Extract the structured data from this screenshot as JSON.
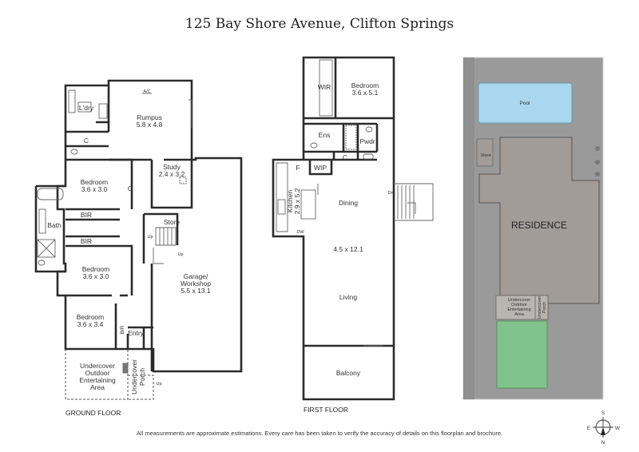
{
  "title": "125 Bay Shore Avenue, Clifton Springs",
  "ground_floor": {
    "label": "GROUND FLOOR",
    "rooms": {
      "ac": "A/C",
      "laundry": "L'dry",
      "rumpus": "Rumpus",
      "rumpus_size": "5.8 x 4.8",
      "cupboard1": "C",
      "cupboard2": "C",
      "study": "Study",
      "study_size": "2.4 x 3.2",
      "bed1": "Bedroom",
      "bed1_size": "3.6 x 3.0",
      "bir1": "BIR",
      "bath": "Bath",
      "store": "Store",
      "bir2": "BIR",
      "bed2": "Bedroom",
      "bed2_size": "3.6 x 3.0",
      "garage_l1": "Garage/",
      "garage_l2": "Workshop",
      "garage_size": "5.5 x 13.1",
      "bed3": "Bedroom",
      "bed3_size": "3.6 x 3.4",
      "bir3": "BIR",
      "entry": "Entry",
      "outdoor_l1": "Undercover",
      "outdoor_l2": "Outdoor",
      "outdoor_l3": "Entertaining",
      "outdoor_l4": "Area",
      "porch_l1": "Undercover",
      "porch_l2": "Porch",
      "up1": "Up",
      "up2": "Up",
      "up3": "Up"
    }
  },
  "first_floor": {
    "label": "FIRST FLOOR",
    "rooms": {
      "wir": "WIR",
      "bedroom": "Bedroom",
      "bedroom_size": "3.6 x 5.1",
      "ens": "Ens",
      "pwdr": "Pwdr",
      "f": "F",
      "wip": "WIP",
      "c": "C",
      "kitchen": "Kitchen",
      "kitchen_size": "2.9 x 5.2",
      "dn": "Dn",
      "dining": "Dining",
      "dw": "DW",
      "living_size": "4.5 x 12.1",
      "living": "Living",
      "balcony": "Balcony"
    }
  },
  "site_plan": {
    "pool": "Pool",
    "shed": "Shed",
    "residence": "RESIDENCE",
    "outdoor_l1": "Undercover",
    "outdoor_l2": "Outdoor",
    "outdoor_l3": "Entertaining",
    "outdoor_l4": "Area",
    "porch_l1": "Undercover",
    "porch_l2": "Porch",
    "colors": {
      "ground": "#9a9a9a",
      "residence": "#a29c98",
      "pool": "#a9d8ee",
      "lawn": "#80c48c",
      "border": "#d0d0d0"
    }
  },
  "compass": {
    "s": "S",
    "e": "E",
    "w": "W",
    "n": "N"
  },
  "footer": "All measurements are approximate estimations. Every care has been taken to verify the accuracy of details on this floorplan and brochure."
}
